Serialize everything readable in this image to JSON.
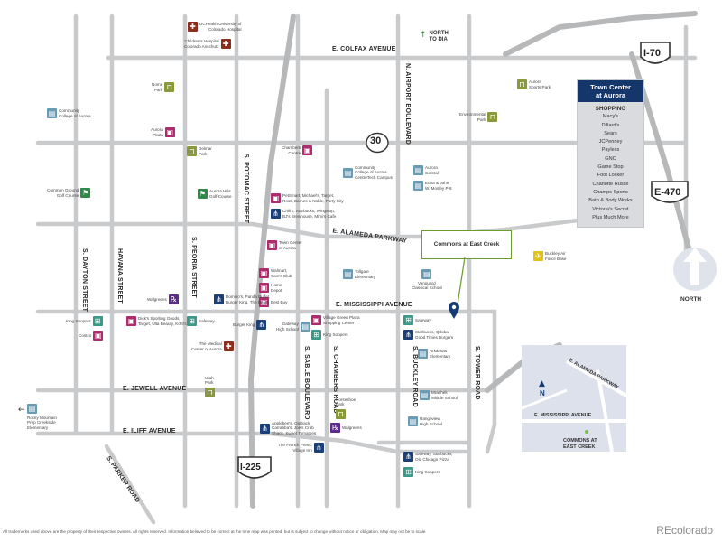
{
  "highways": {
    "i70": "I-70",
    "i225": "I-225",
    "e470": "E-470",
    "r30": "30"
  },
  "streets": {
    "colfax": "E. COLFAX AVENUE",
    "alameda": "E. ALAMEDA PARKWAY",
    "mississippi": "E. MISSISSIPPI AVENUE",
    "jewell": "E. JEWELL AVENUE",
    "iliff": "E. ILIFF AVENUE",
    "airport": "N. AIRPORT BOULEVARD",
    "potomac": "S. POTOMAC STREET",
    "dayton": "S. DAYTON STREET",
    "havana": "HAVANA STREET",
    "peoria": "S. PEORIA STREET",
    "sable": "S. SABLE BOULEVARD",
    "chambers": "S. CHAMBERS ROAD",
    "buckley": "S. BUCKLEY ROAD",
    "tower": "S. TOWER ROAD",
    "parker": "S. PARKER ROAD"
  },
  "north_to_dia": "NORTH\nTO DIA",
  "compass": {
    "label": "NORTH"
  },
  "callout": "Commons at East Creek",
  "town_center": {
    "title": "Town Center\nat Aurora",
    "shopping_label": "SHOPPING",
    "stores": [
      "Macy's",
      "Dillard's",
      "Sears",
      "JCPenney",
      "Payless",
      "GNC",
      "Game Stop",
      "Foot Locker",
      "Charlotte Russe",
      "Champs Sports",
      "Bath & Body Works",
      "Victoria's Secret",
      "Plus Much More"
    ]
  },
  "inset": {
    "alameda": "E. ALAMEDA PARKWAY",
    "mississippi": "E. MISSISSIPPI AVENUE",
    "commons": "COMMONS AT\nEAST CREEK",
    "n": "N"
  },
  "pois": [
    {
      "text": "UCHealth University of\nColorado Hospital",
      "color": "#8a2f1d",
      "icon": "hospital-icon"
    },
    {
      "text": "Children's Hospital\nColorado Anschutz",
      "color": "#8a2f1d",
      "icon": "hospital-icon"
    },
    {
      "text": "Nome\nPark",
      "color": "#8a9a3a",
      "icon": "picnic-table-icon"
    },
    {
      "text": "Community\nCollege of Aurora",
      "color": "#6a9bb5",
      "icon": "school-icon"
    },
    {
      "text": "Aurora\nPlaza",
      "color": "#b02a6e",
      "icon": "shopping-icon"
    },
    {
      "text": "Delmar\nPark",
      "color": "#8a9a3a",
      "icon": "picnic-table-icon"
    },
    {
      "text": "Common Ground\nGolf Course",
      "color": "#2f8a4a",
      "icon": "golf-icon"
    },
    {
      "text": "Aurora Hills\nGolf Course",
      "color": "#2f8a4a",
      "icon": "golf-icon"
    },
    {
      "text": "Chambers\nCentre",
      "color": "#b02a6e",
      "icon": "shopping-icon"
    },
    {
      "text": "PetSmart, Michael's, Target,\nRoss, Barnes & Noble, Party City",
      "color": "#b02a6e",
      "icon": "shopping-icon"
    },
    {
      "text": "Chili's, Starbucks, Wingstop,\nBJ's Brewhouse, Mimi's Cafe",
      "color": "#1d3f78",
      "icon": "dining-icon"
    },
    {
      "text": "Community\nCollege of Aurora\nCentreTech Campus",
      "color": "#6a9bb5",
      "icon": "school-icon"
    },
    {
      "text": "Aurora\nCentral",
      "color": "#6a9bb5",
      "icon": "school-icon"
    },
    {
      "text": "Edna & John\nW. Mosley P-8",
      "color": "#6a9bb5",
      "icon": "school-icon"
    },
    {
      "text": "Aurora\nSports Park",
      "color": "#8a9a3a",
      "icon": "picnic-table-icon"
    },
    {
      "text": "Environmental\nPark",
      "color": "#8a9a3a",
      "icon": "picnic-table-icon"
    },
    {
      "text": "Town Center\nof Aurora",
      "color": "#b02a6e",
      "icon": "shopping-icon"
    },
    {
      "text": "Walmart,\nSam's Club",
      "color": "#b02a6e",
      "icon": "shopping-icon"
    },
    {
      "text": "Home\nDepot",
      "color": "#b02a6e",
      "icon": "shopping-icon"
    },
    {
      "text": "Best Buy",
      "color": "#b02a6e",
      "icon": "shopping-icon"
    },
    {
      "text": "Tollgate\nElementary",
      "color": "#6a9bb5",
      "icon": "school-icon"
    },
    {
      "text": "Vanguard\nClassical School",
      "color": "#6a9bb5",
      "icon": "school-icon"
    },
    {
      "text": "Buckley Air\nForce Base",
      "color": "#e0c21a",
      "icon": "plane-icon"
    },
    {
      "text": "Walgreens",
      "color": "#5b2c8a",
      "icon": "pharmacy-icon"
    },
    {
      "text": "Domino's, Panda Buffet,\nBurger King, The Beast",
      "color": "#1d3f78",
      "icon": "dining-icon"
    },
    {
      "text": "King Soopers",
      "color": "#3a9a8a",
      "icon": "grocery-icon"
    },
    {
      "text": "Dick's Sporting Goods,\nTarget, Ulta Beauty, Kohl's",
      "color": "#b02a6e",
      "icon": "shopping-icon"
    },
    {
      "text": "Safeway",
      "color": "#3a9a8a",
      "icon": "grocery-icon"
    },
    {
      "text": "Costco",
      "color": "#b02a6e",
      "icon": "shopping-icon"
    },
    {
      "text": "Burger King",
      "color": "#1d3f78",
      "icon": "dining-icon"
    },
    {
      "text": "Gateway\nHigh School",
      "color": "#6a9bb5",
      "icon": "school-icon"
    },
    {
      "text": "Village Green Plaza\nShopping Center",
      "color": "#b02a6e",
      "icon": "shopping-icon"
    },
    {
      "text": "King Soopers",
      "color": "#3a9a8a",
      "icon": "grocery-icon"
    },
    {
      "text": "Safeway",
      "color": "#3a9a8a",
      "icon": "grocery-icon"
    },
    {
      "text": "Starbucks, Qdoba,\nGood Times Burgers",
      "color": "#1d3f78",
      "icon": "dining-icon"
    },
    {
      "text": "Arkansas\nElementary",
      "color": "#6a9bb5",
      "icon": "school-icon"
    },
    {
      "text": "The Medical\nCenter of Aurora",
      "color": "#8a2f1d",
      "icon": "hospital-icon"
    },
    {
      "text": "Utah\nPark",
      "color": "#8a9a3a",
      "icon": "picnic-table-icon"
    },
    {
      "text": "Horseshoe\nPark",
      "color": "#8a9a3a",
      "icon": "picnic-table-icon"
    },
    {
      "text": "Mrachek\nMiddle School",
      "color": "#6a9bb5",
      "icon": "school-icon"
    },
    {
      "text": "Rangeview\nHigh School",
      "color": "#6a9bb5",
      "icon": "school-icon"
    },
    {
      "text": "Rocky Mountain\nPrep Creekside\nElementary",
      "color": "#6a9bb5",
      "icon": "school-icon"
    },
    {
      "text": "Applebee's, Outback,\nCarrabba's, Joe's Crab\nShack, Sweet Tomatoes",
      "color": "#1d3f78",
      "icon": "dining-icon"
    },
    {
      "text": "Walgreens",
      "color": "#5b2c8a",
      "icon": "pharmacy-icon"
    },
    {
      "text": "The French Press,\nVillage Inn",
      "color": "#1d3f78",
      "icon": "dining-icon"
    },
    {
      "text": "Safeway, Starbucks,\nOld Chicago Pizza",
      "color": "#1d3f78",
      "icon": "dining-icon"
    },
    {
      "text": "King Soopers",
      "color": "#3a9a8a",
      "icon": "grocery-icon"
    }
  ],
  "footer": "All trademarks used above are the property of their respective owners. All rights reserved. Information believed to be correct at the time map was printed, but is subject to change without notice or obligation. Map may not be to scale.",
  "brand": "REcolorado",
  "colors": {
    "road": "#c9cacc",
    "highway": "#b7b8ba",
    "town_center_header": "#14366b",
    "pin": "#163b74",
    "inset_bg": "#dde1ec",
    "callout_border": "#6b9c2e"
  }
}
